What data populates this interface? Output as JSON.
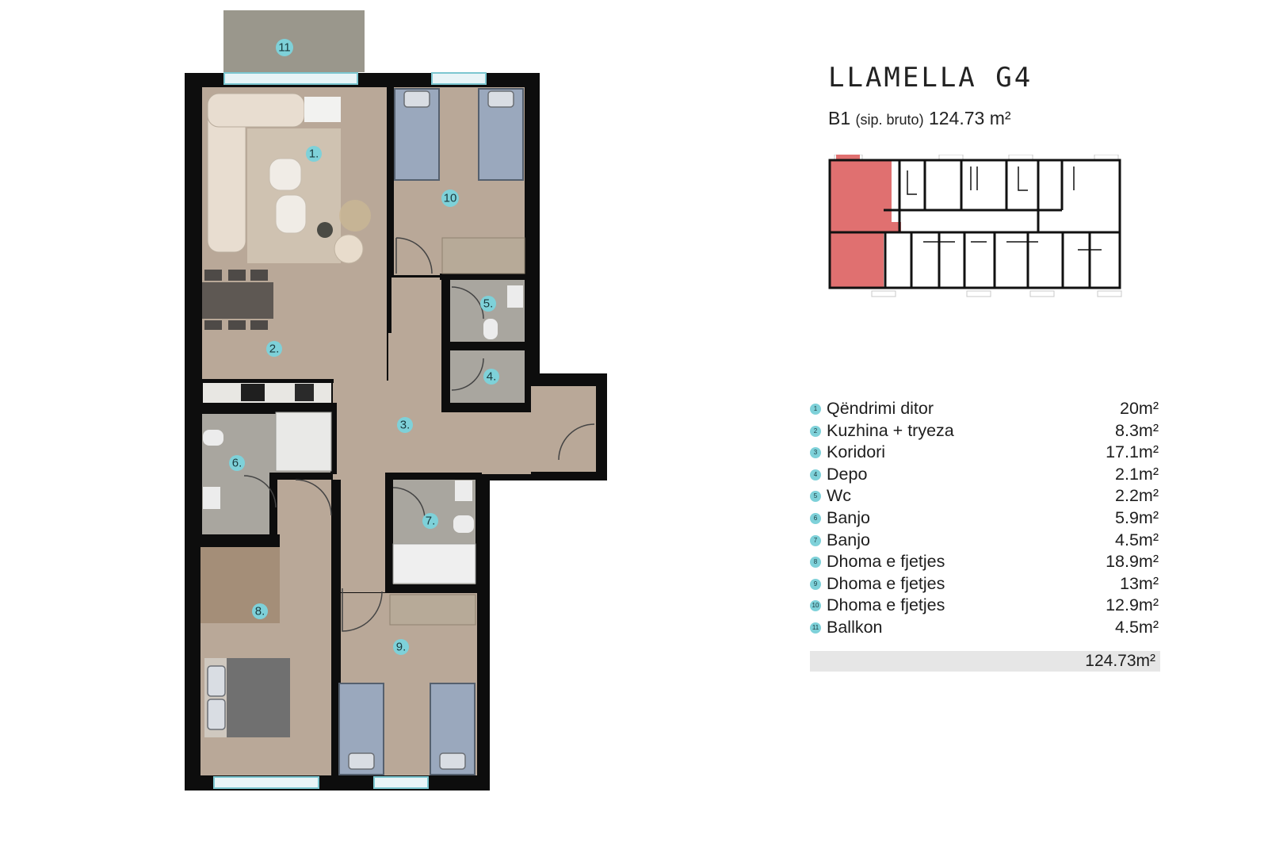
{
  "title": "LLAMELLA G4",
  "subtitle": {
    "unit": "B1",
    "note": "(sip. bruto)",
    "area": "124.73 m²"
  },
  "rooms": [
    {
      "num": "1",
      "name": "Qëndrimi ditor",
      "area": "20m²"
    },
    {
      "num": "2",
      "name": "Kuzhina + tryeza",
      "area": "8.3m²"
    },
    {
      "num": "3",
      "name": "Koridori",
      "area": "17.1m²"
    },
    {
      "num": "4",
      "name": "Depo",
      "area": "2.1m²"
    },
    {
      "num": "5",
      "name": "Wc",
      "area": "2.2m²"
    },
    {
      "num": "6",
      "name": "Banjo",
      "area": "5.9m²"
    },
    {
      "num": "7",
      "name": "Banjo",
      "area": "4.5m²"
    },
    {
      "num": "8",
      "name": "Dhoma e fjetjes",
      "area": "18.9m²"
    },
    {
      "num": "9",
      "name": "Dhoma e fjetjes",
      "area": "13m²"
    },
    {
      "num": "10",
      "name": "Dhoma e fjetjes",
      "area": "12.9m²"
    },
    {
      "num": "11",
      "name": "Ballkon",
      "area": "4.5m²"
    }
  ],
  "total": "124.73m²",
  "plan_markers": [
    "1.",
    "2.",
    "3.",
    "4.",
    "5.",
    "6.",
    "7.",
    "8.",
    "9.",
    "10",
    "11"
  ],
  "colors": {
    "highlight": "#e07070",
    "marker": "#7ed1d9",
    "wall": "#0d0d0d",
    "floor_wood": "#b9a898",
    "floor_tile": "#a9a69f"
  }
}
